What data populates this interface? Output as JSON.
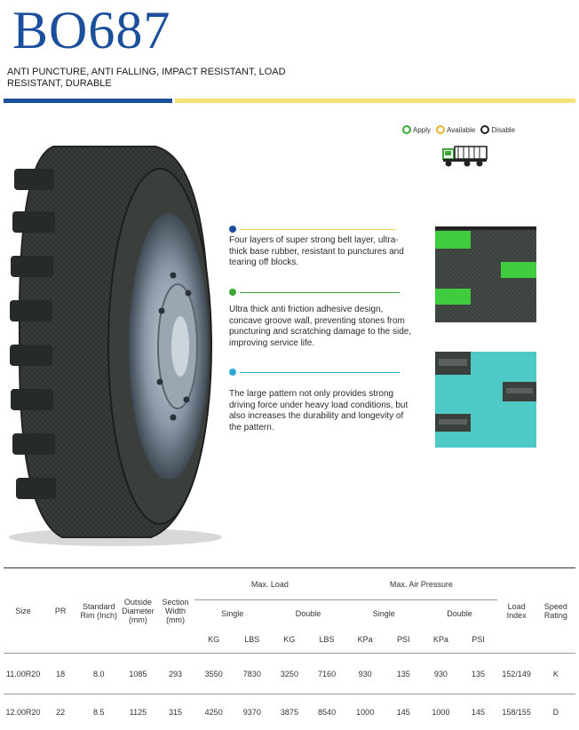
{
  "header": {
    "title": "BO687",
    "subtitle": "ANTI PUNCTURE, ANTI FALLING, IMPACT RESISTANT, LOAD RESISTANT, DURABLE"
  },
  "legend": {
    "items": [
      {
        "label": "Apply",
        "color": "#3aa935"
      },
      {
        "label": "Available",
        "color": "#e8b223"
      },
      {
        "label": "Disable",
        "color": "#222222"
      }
    ]
  },
  "vehicle_icon": "dump-truck-icon",
  "features": [
    {
      "text": "Four layers of super strong belt layer, ultra-thick base rubber, resistant to punctures and tearing off blocks.",
      "color": "#1b4f9c",
      "line_color": "#f0d060"
    },
    {
      "text": "Ultra thick anti friction adhesive design, concave groove wall, preventing stones from puncturing and scratching damage to the side, improving service life.",
      "color": "#3aa935",
      "line_color": "#3aa935"
    },
    {
      "text": "The large pattern not only provides strong driving force under heavy load conditions, but also increases the durability and longevity of the pattern.",
      "color": "#2fa9d8",
      "line_color": "#2fa9d8"
    }
  ],
  "table": {
    "headers": {
      "size": "Size",
      "pr": "PR",
      "rim": "Standard Rim (Inch)",
      "od": "Outside Diameter (mm)",
      "sw": "Section Width (mm)",
      "max_load": "Max. Load",
      "max_pressure": "Max. Air Pressure",
      "single": "Single",
      "double": "Double",
      "load_index": "Load Index",
      "speed": "Speed Rating",
      "kg": "KG",
      "lbs": "LBS",
      "kpa": "KPa",
      "psi": "PSI"
    },
    "rows": [
      {
        "size": "11.00R20",
        "pr": "18",
        "rim": "8.0",
        "od": "1085",
        "sw": "293",
        "s_kg": "3550",
        "s_lbs": "7830",
        "d_kg": "3250",
        "d_lbs": "7160",
        "s_kpa": "930",
        "s_psi": "135",
        "d_kpa": "930",
        "d_psi": "135",
        "li": "152/149",
        "sr": "K"
      },
      {
        "size": "12.00R20",
        "pr": "22",
        "rim": "8.5",
        "od": "1125",
        "sw": "315",
        "s_kg": "4250",
        "s_lbs": "9370",
        "d_kg": "3875",
        "d_lbs": "8540",
        "s_kpa": "1000",
        "s_psi": "145",
        "d_kpa": "1000",
        "d_psi": "145",
        "li": "158/155",
        "sr": "D"
      }
    ]
  }
}
